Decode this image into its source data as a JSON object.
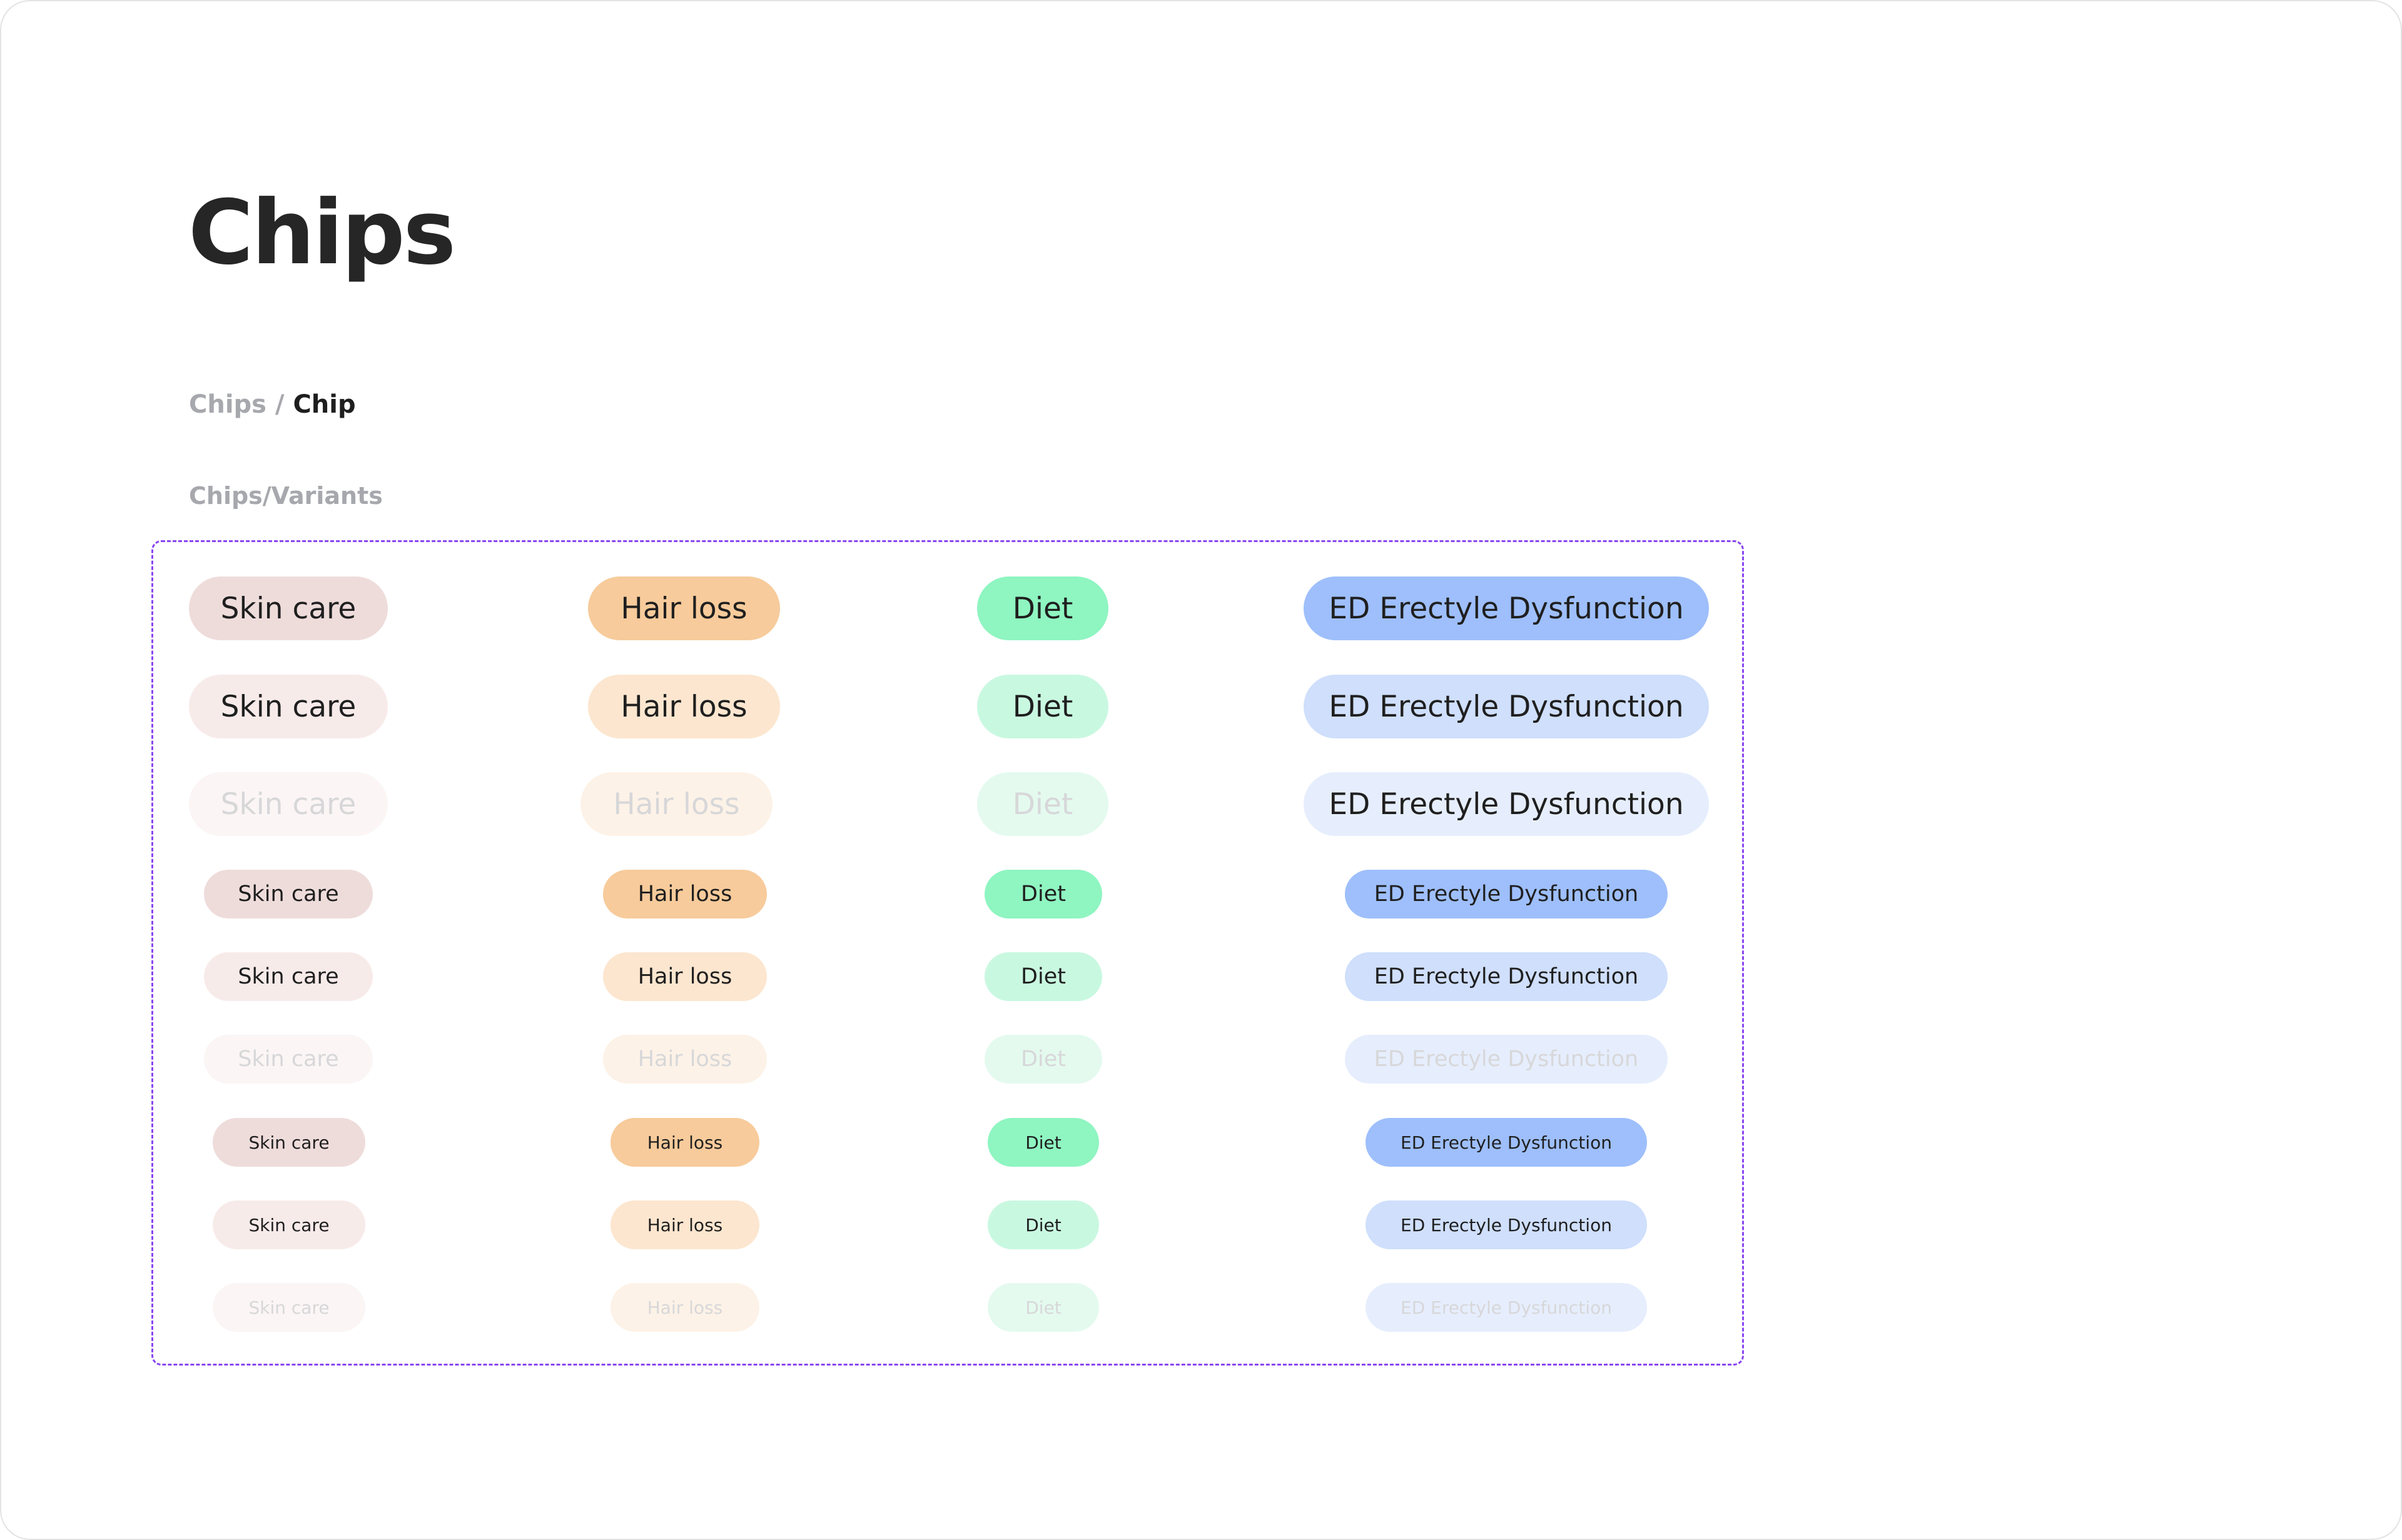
{
  "page": {
    "title": "Chips",
    "breadcrumb": {
      "parent": "Chips",
      "separator": " / ",
      "current": "Chip"
    },
    "section_label": "Chips/Variants"
  },
  "chips": {
    "skin_care": "Skin care",
    "hair_loss": "Hair loss",
    "diet": "Diet",
    "ed": "ED Erectyle Dysfunction"
  },
  "colors": {
    "skin_care": {
      "default": "#eedcdb",
      "light": "#f7ebea",
      "disabled": "#fbf5f5"
    },
    "hair_loss": {
      "default": "#f7cb9b",
      "light": "#fce6cf",
      "disabled": "#fdf2e7"
    },
    "diet": {
      "default": "#8ff5c1",
      "light": "#c9f8e1",
      "disabled": "#e4faef"
    },
    "ed": {
      "default": "#9ebffb",
      "light": "#cfdffc",
      "disabled": "#e6eefd"
    },
    "frame_border": "#8a45f0",
    "title_text": "#262626",
    "muted_text": "#a7a8ad"
  },
  "variants": {
    "sizes": [
      "large",
      "medium",
      "small"
    ],
    "states": [
      "default",
      "light",
      "disabled"
    ]
  }
}
